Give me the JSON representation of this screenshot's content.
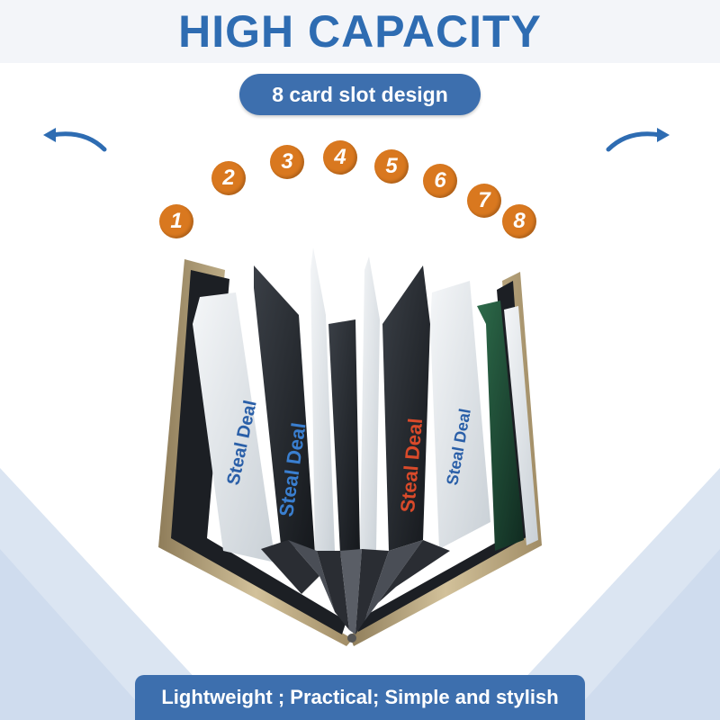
{
  "header": {
    "title": "HIGH CAPACITY",
    "subtitle": "8 card slot design"
  },
  "slots": [
    "1",
    "2",
    "3",
    "4",
    "5",
    "6",
    "7",
    "8"
  ],
  "footer": {
    "tagline": "Lightweight ; Practical; Simple and stylish"
  },
  "icons": {
    "left_arrow": "curved-arrow-left-icon",
    "right_arrow": "curved-arrow-right-icon"
  },
  "colors": {
    "title_blue": "#2e6cb2",
    "pill_blue": "#3d6fae",
    "badge_orange": "#d9781f",
    "frame_gold": "#b9a47c",
    "background_blue": "#dbe5f2"
  }
}
